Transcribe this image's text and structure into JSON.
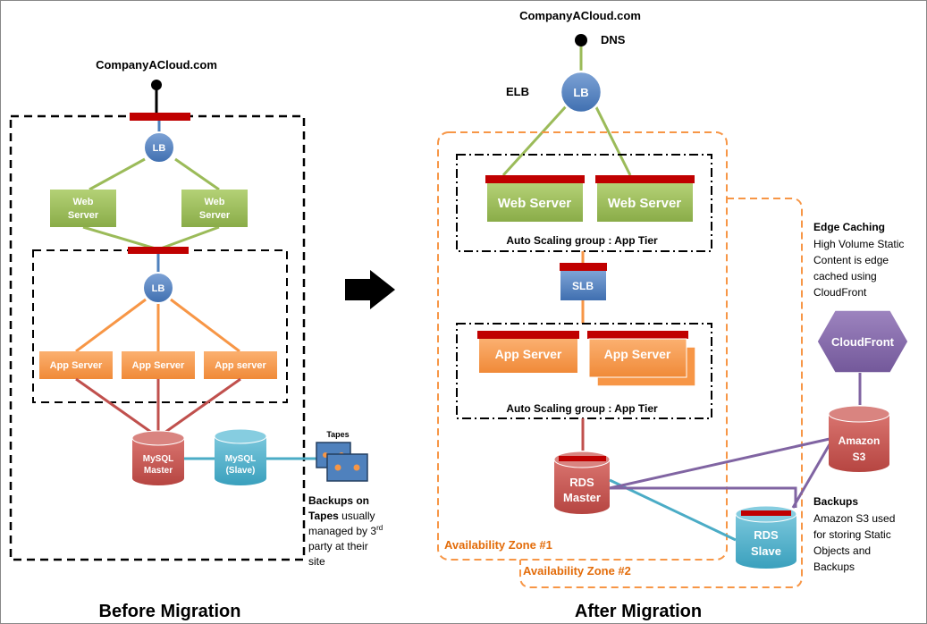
{
  "before": {
    "domain_label": "CompanyACloud.com",
    "lb_top": "LB",
    "web_servers": [
      {
        "line1": "Web",
        "line2": "Server"
      },
      {
        "line1": "Web",
        "line2": "Server"
      }
    ],
    "lb_inner": "LB",
    "app_servers": [
      "App Server",
      "App Server",
      "App server"
    ],
    "mysql_master": {
      "line1": "MySQL",
      "line2": "Master"
    },
    "mysql_slave": {
      "line1": "MySQL",
      "line2": "(Slave)"
    },
    "tapes_label": "Tapes",
    "backup_note": {
      "bold1": "Backups on",
      "bold2": "Tapes",
      "rest2": " usually",
      "line3": "managed by 3",
      "sup": "rd",
      "line4": "party at their",
      "line5": "site"
    },
    "title": "Before Migration"
  },
  "after": {
    "domain_label": "CompanyACloud.com",
    "dns_label": "DNS",
    "elb_label": "ELB",
    "lb": "LB",
    "web_servers": [
      "Web Server",
      "Web Server"
    ],
    "asg_web": "Auto Scaling group : App Tier",
    "slb": "SLB",
    "app_servers": [
      "App Server",
      "App Server"
    ],
    "asg_app": "Auto Scaling group : App Tier",
    "rds_master": {
      "line1": "RDS",
      "line2": "Master"
    },
    "rds_slave": {
      "line1": "RDS",
      "line2": "Slave"
    },
    "az1": "Availability Zone #1",
    "az2": "Availability Zone #2",
    "edge": {
      "title": "Edge Caching",
      "lines": [
        "High Volume Static",
        "Content is edge",
        "cached using",
        "CloudFront"
      ]
    },
    "cloudfront": "CloudFront",
    "s3": {
      "line1": "Amazon",
      "line2": "S3"
    },
    "backups": {
      "title": "Backups",
      "lines": [
        "Amazon S3 used",
        "for storing  Static",
        "Objects and",
        "Backups"
      ]
    },
    "title": "After Migration"
  },
  "colors": {
    "lb_blue": "#4f81bd",
    "web_green": "#9bbb59",
    "app_orange": "#f79646",
    "db_red": "#c0504d",
    "slave_teal": "#4bacc6",
    "cloudfront_purple": "#8064a2",
    "bar_red": "#c00000",
    "az_orange": "#f79646"
  }
}
